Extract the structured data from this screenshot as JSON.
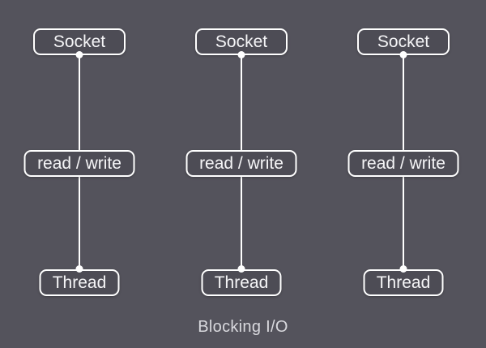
{
  "diagram": {
    "caption": "Blocking I/O",
    "columns": [
      {
        "socket_label": "Socket",
        "read_write_label": "read / write",
        "thread_label": "Thread"
      },
      {
        "socket_label": "Socket",
        "read_write_label": "read / write",
        "thread_label": "Thread"
      },
      {
        "socket_label": "Socket",
        "read_write_label": "read / write",
        "thread_label": "Thread"
      }
    ],
    "colors": {
      "background": "#54535c",
      "box_fill": "#4d4c55",
      "box_border": "#ffffff",
      "box_text": "#f5f5f7",
      "connector_line": "#ffffff",
      "connector_dot": "#ffffff",
      "caption_text": "#d9d9de"
    }
  }
}
